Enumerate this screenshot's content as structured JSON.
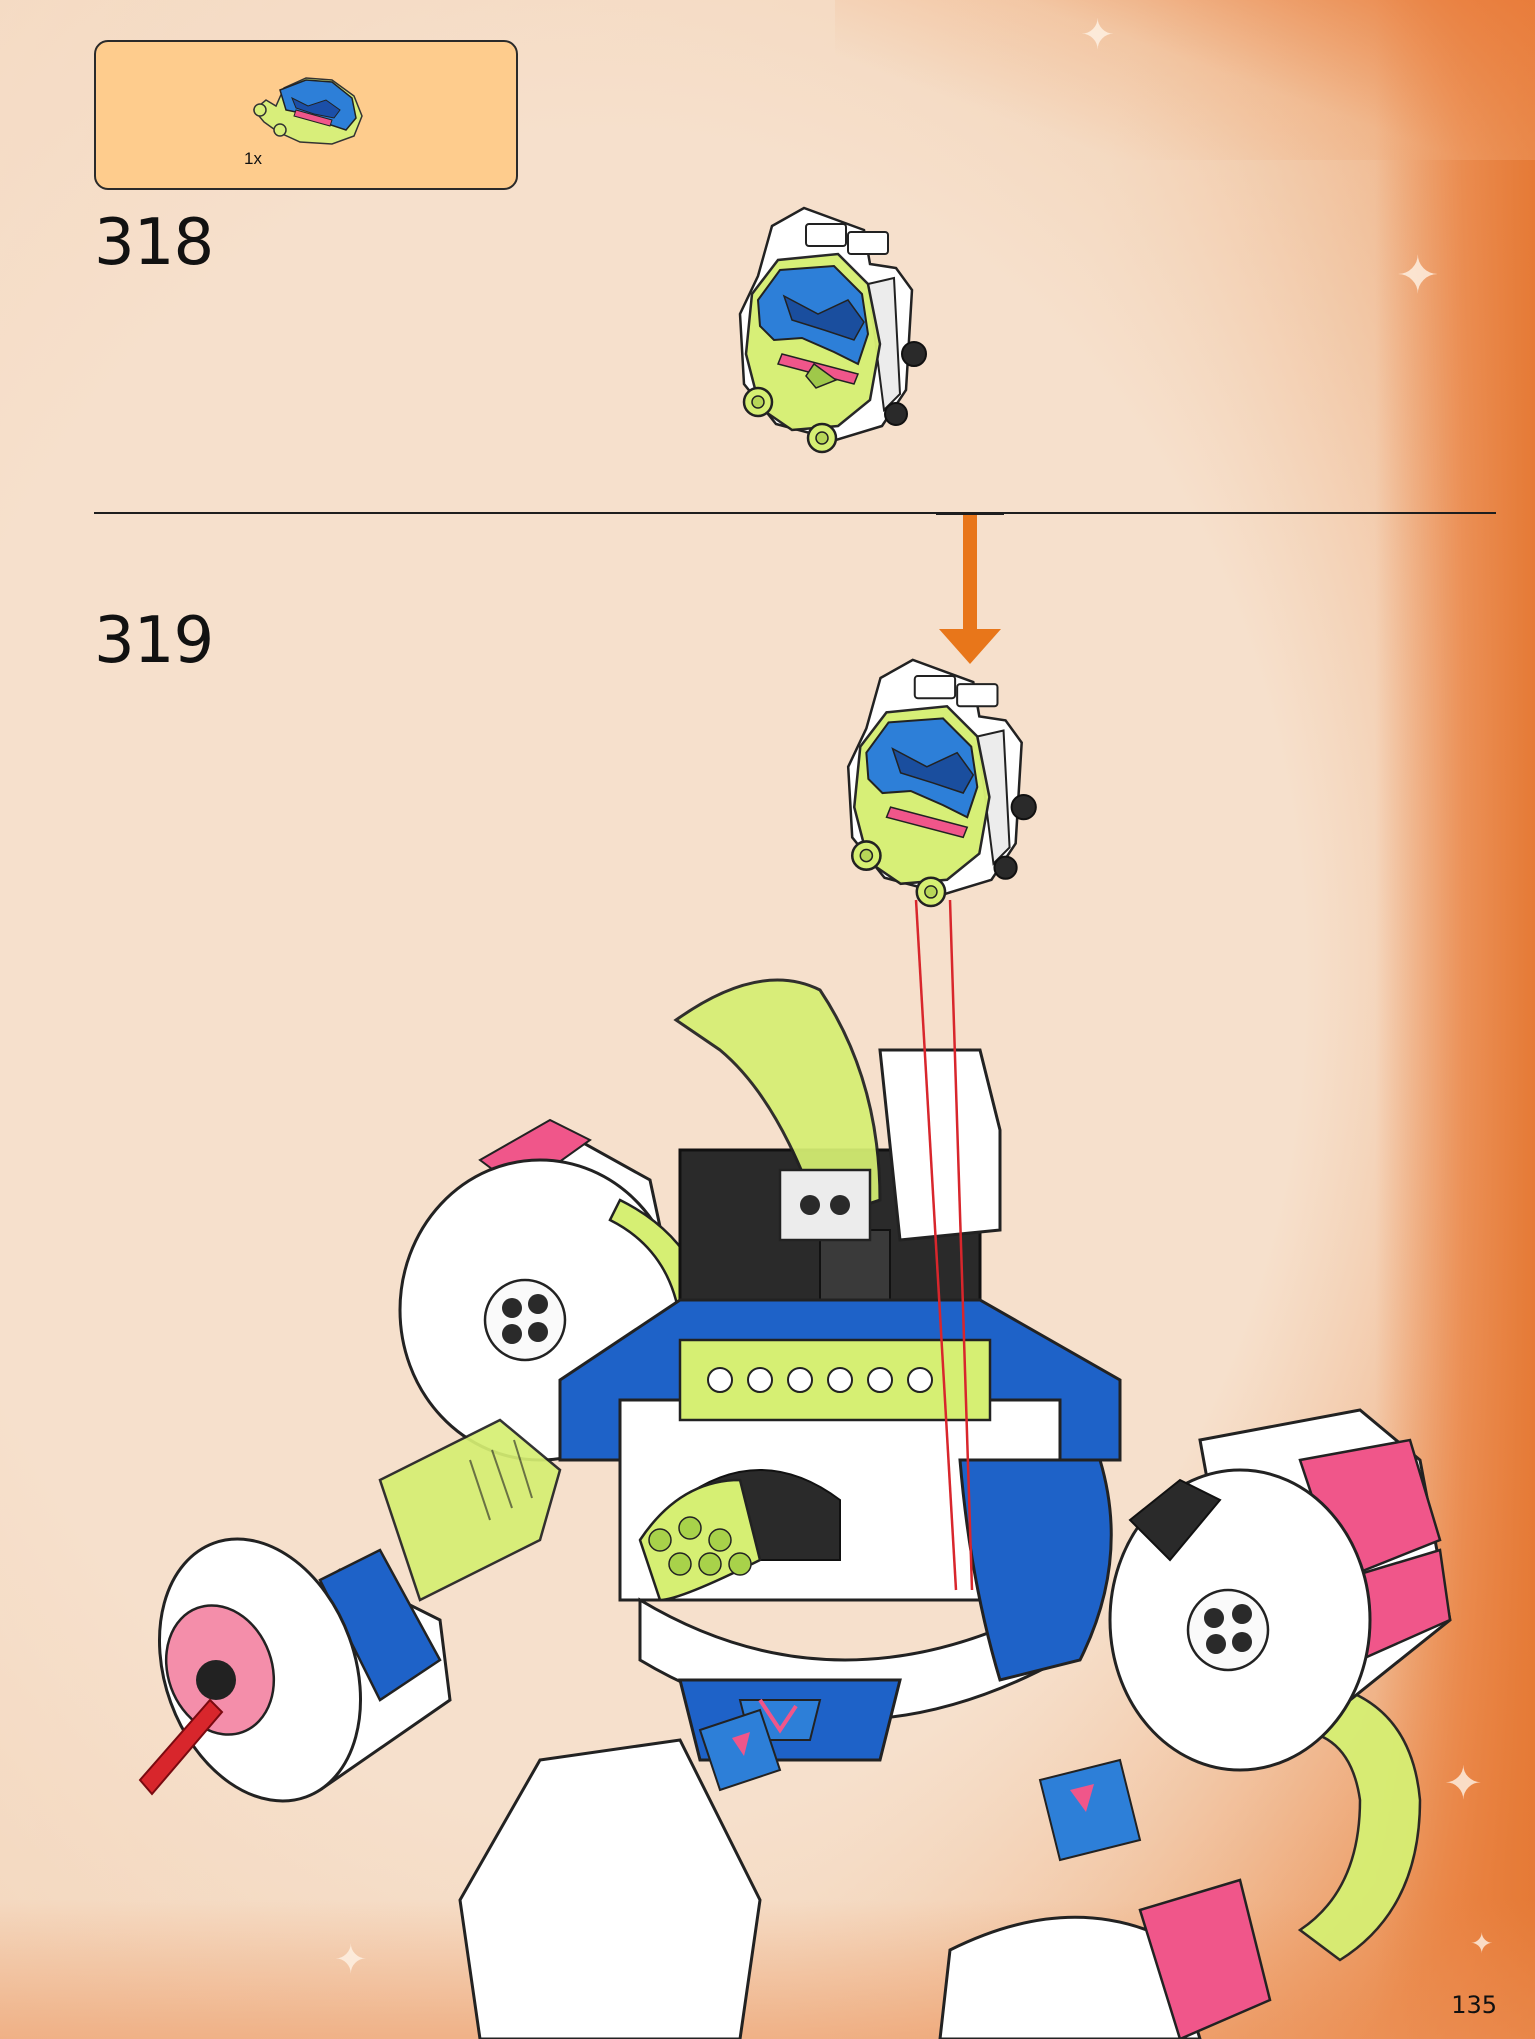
{
  "parts_callout": {
    "quantity": "1x",
    "part_icon": "robot-head-part"
  },
  "steps": [
    {
      "number": "318"
    },
    {
      "number": "319"
    }
  ],
  "page_number": "135",
  "colors": {
    "parts_box": "#fecc8d",
    "arrow": "#e8761a",
    "background": "#f6dcc4",
    "page_edge": "#e57a36",
    "trans_lime": "#c9e85a",
    "blue": "#1e62c8",
    "pink": "#f0568a"
  }
}
